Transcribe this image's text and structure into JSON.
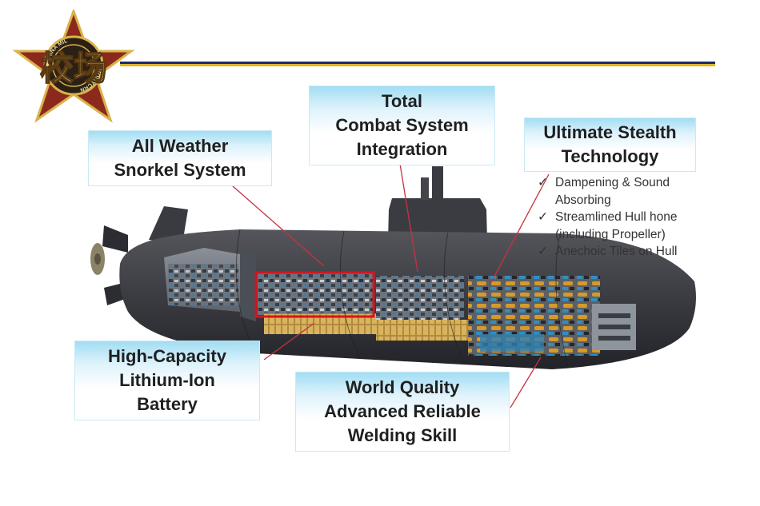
{
  "logo": {
    "text": "校场",
    "ring_top": "CHINA MIL",
    "ring_bottom": "VOGYCRN",
    "colors": {
      "star": "#8b2a1c",
      "rim": "#d9b24a"
    }
  },
  "callouts": {
    "snorkel": [
      "All Weather",
      "Snorkel System"
    ],
    "combat": [
      "Total",
      "Combat System",
      "Integration"
    ],
    "stealth": [
      "Ultimate Stealth",
      "Technology"
    ],
    "battery": [
      "High-Capacity",
      "Lithium-Ion",
      "Battery"
    ],
    "welding": [
      "World Quality",
      "Advanced Reliable",
      "Welding Skill"
    ]
  },
  "stealth_features": [
    "Dampening & Sound Absorbing",
    "Streamlined Hull hone (including Propeller)",
    "Anechoic Tiles on Hull"
  ],
  "colors": {
    "hull": "#3e3f45",
    "hull_dark": "#26272c",
    "leader_line": "#c8313f",
    "highlight_box": "#d6141f",
    "header_navy": "#1c2a6a",
    "header_gold": "#e2b42a",
    "callout_blue": "#9fdcf3"
  },
  "icons": [
    "star-emblem-icon",
    "check-icon"
  ]
}
